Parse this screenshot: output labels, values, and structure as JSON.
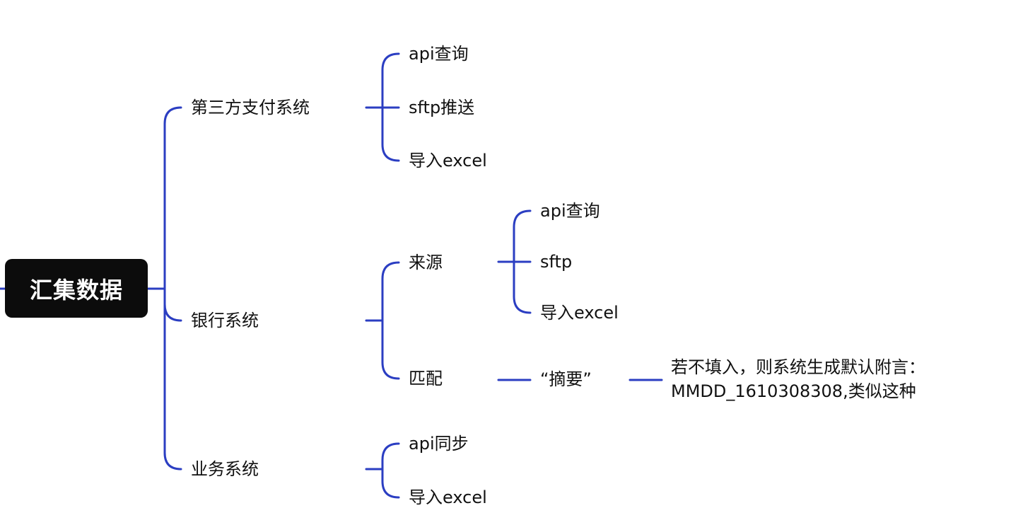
{
  "root": {
    "label": "汇集数据"
  },
  "branches": [
    {
      "label": "第三方支付系统",
      "children": [
        {
          "label": "api查询"
        },
        {
          "label": "sftp推送"
        },
        {
          "label": "导入excel"
        }
      ]
    },
    {
      "label": "银行系统",
      "children": [
        {
          "label": "来源",
          "children": [
            {
              "label": "api查询"
            },
            {
              "label": "sftp"
            },
            {
              "label": "导入excel"
            }
          ]
        },
        {
          "label": "匹配",
          "children": [
            {
              "label": "“摘要”",
              "note": {
                "line1": "若不填入，则系统生成默认附言：",
                "line2": "MMDD_1610308308,类似这种"
              }
            }
          ]
        }
      ]
    },
    {
      "label": "业务系统",
      "children": [
        {
          "label": "api同步"
        },
        {
          "label": "导入excel"
        }
      ]
    }
  ],
  "colors": {
    "link": "#2b3ec2",
    "root_bg": "#0c0c0c",
    "root_text": "#ffffff",
    "text": "#111111"
  }
}
